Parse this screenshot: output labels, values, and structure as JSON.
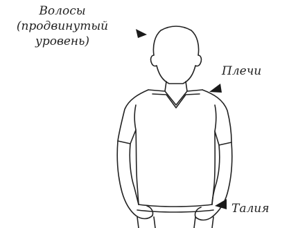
{
  "labels": {
    "hair_line1": "Волосы",
    "hair_line2": "(продвинутый",
    "hair_line3": "уровень)",
    "shoulders": "Плечи",
    "waist": "Талия"
  },
  "colors": {
    "outline": "#222222",
    "arrow": "#1a1a1a",
    "background": "#ffffff"
  },
  "icons": {
    "pointer": "arrowhead-triangle"
  }
}
